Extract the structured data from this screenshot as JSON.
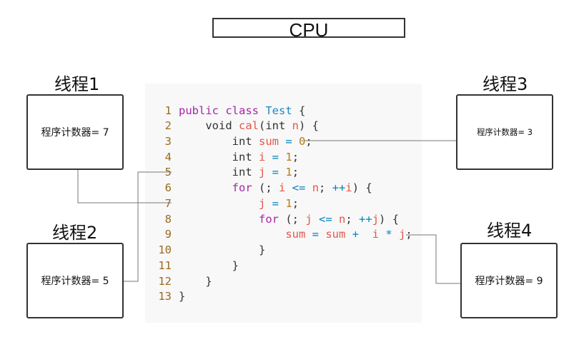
{
  "cpu": {
    "label": "CPU"
  },
  "threads": [
    {
      "title": "线程1",
      "counter": "程序计数器= 7"
    },
    {
      "title": "线程2",
      "counter": "程序计数器= 5"
    },
    {
      "title": "线程3",
      "counter": "程序计数器= 3"
    },
    {
      "title": "线程4",
      "counter": "程序计数器= 9"
    }
  ],
  "code": {
    "line_numbers": [
      "1",
      "2",
      "3",
      "4",
      "5",
      "6",
      "7",
      "8",
      "9",
      "10",
      "11",
      "12",
      "13"
    ],
    "lines": [
      "public class Test {",
      "    void cal(int n) {",
      "        int sum = 0;",
      "        int i = 1;",
      "        int j = 1;",
      "        for (; i <= n; ++i) {",
      "            j = 1;",
      "            for (; j <= n; ++j) {",
      "                sum = sum +  i * j;",
      "            }",
      "        }",
      "    }",
      "}"
    ]
  }
}
